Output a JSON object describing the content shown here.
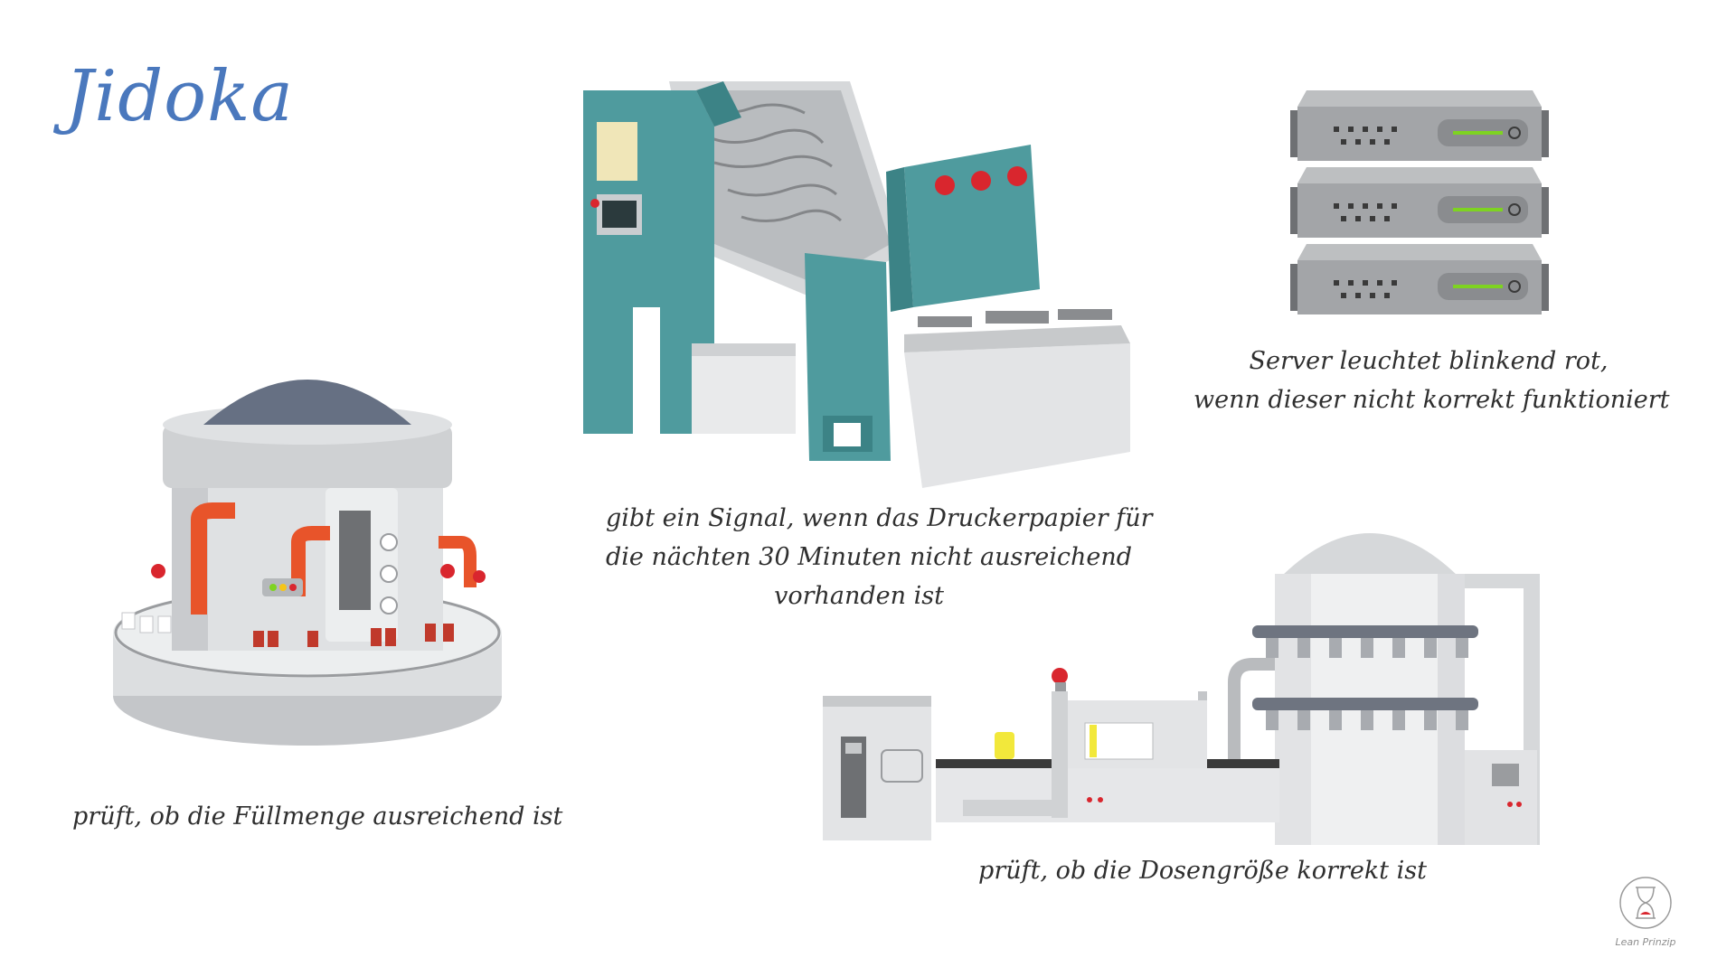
{
  "title": "Jidoka",
  "captions": {
    "server": [
      "Server leuchtet blinkend rot,",
      "wenn dieser nicht korrekt funktioniert"
    ],
    "printer": [
      "gibt ein Signal, wenn das Druckerpapier für",
      "die nächten 30 Minuten nicht ausreichend",
      "vorhanden ist"
    ],
    "filling": "prüft, ob die Füllmenge ausreichend ist",
    "can_size": "prüft, ob die Dosengröße korrekt ist"
  },
  "logo": {
    "text": "Lean Prinzip",
    "icon": "hourglass-icon"
  },
  "colors": {
    "title": "#4a78bd",
    "printer": "#4f9b9e",
    "server": "#9a9a9a",
    "alarm": "#d9262e",
    "pipe": "#e8542a",
    "status_led": "#7ed321"
  }
}
